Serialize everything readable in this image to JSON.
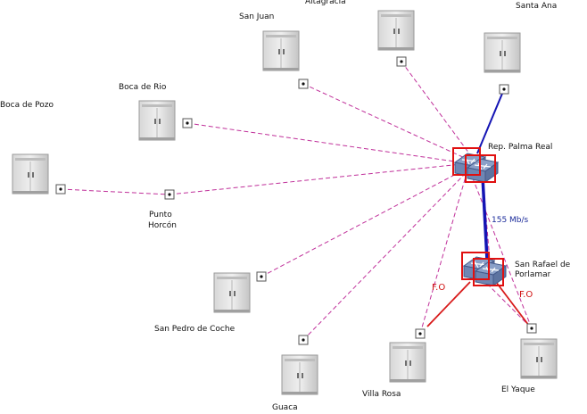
{
  "diagram": {
    "nodes": {
      "altagracia": "Altagracia",
      "san_juan": "San Juan",
      "santa_ana": "Santa Ana",
      "boca_de_rio": "Boca de Rio",
      "boca_de_pozo": "Boca de Pozo",
      "punto_horcon_1": "Punto",
      "punto_horcon_2": "Horcón",
      "palma_real": "Rep. Palma Real",
      "san_rafael_1": "San Rafael de",
      "san_rafael_2": "Porlamar",
      "san_pedro": "San Pedro de Coche",
      "guaca": "Guaca",
      "villa_rosa": "Villa Rosa",
      "el_yaque": "El Yaque"
    },
    "link_labels": {
      "backbone": "155 Mb/s",
      "fo_left": "F.O",
      "fo_right": "F.O"
    },
    "colors": {
      "dashed_link": "#c0309a",
      "backbone": "#1414b4",
      "fiber": "#d81a1a",
      "highlight_box": "#e01010"
    },
    "icons": [
      "server-cabinet-icon",
      "network-switch-icon",
      "connector-point-icon"
    ]
  }
}
